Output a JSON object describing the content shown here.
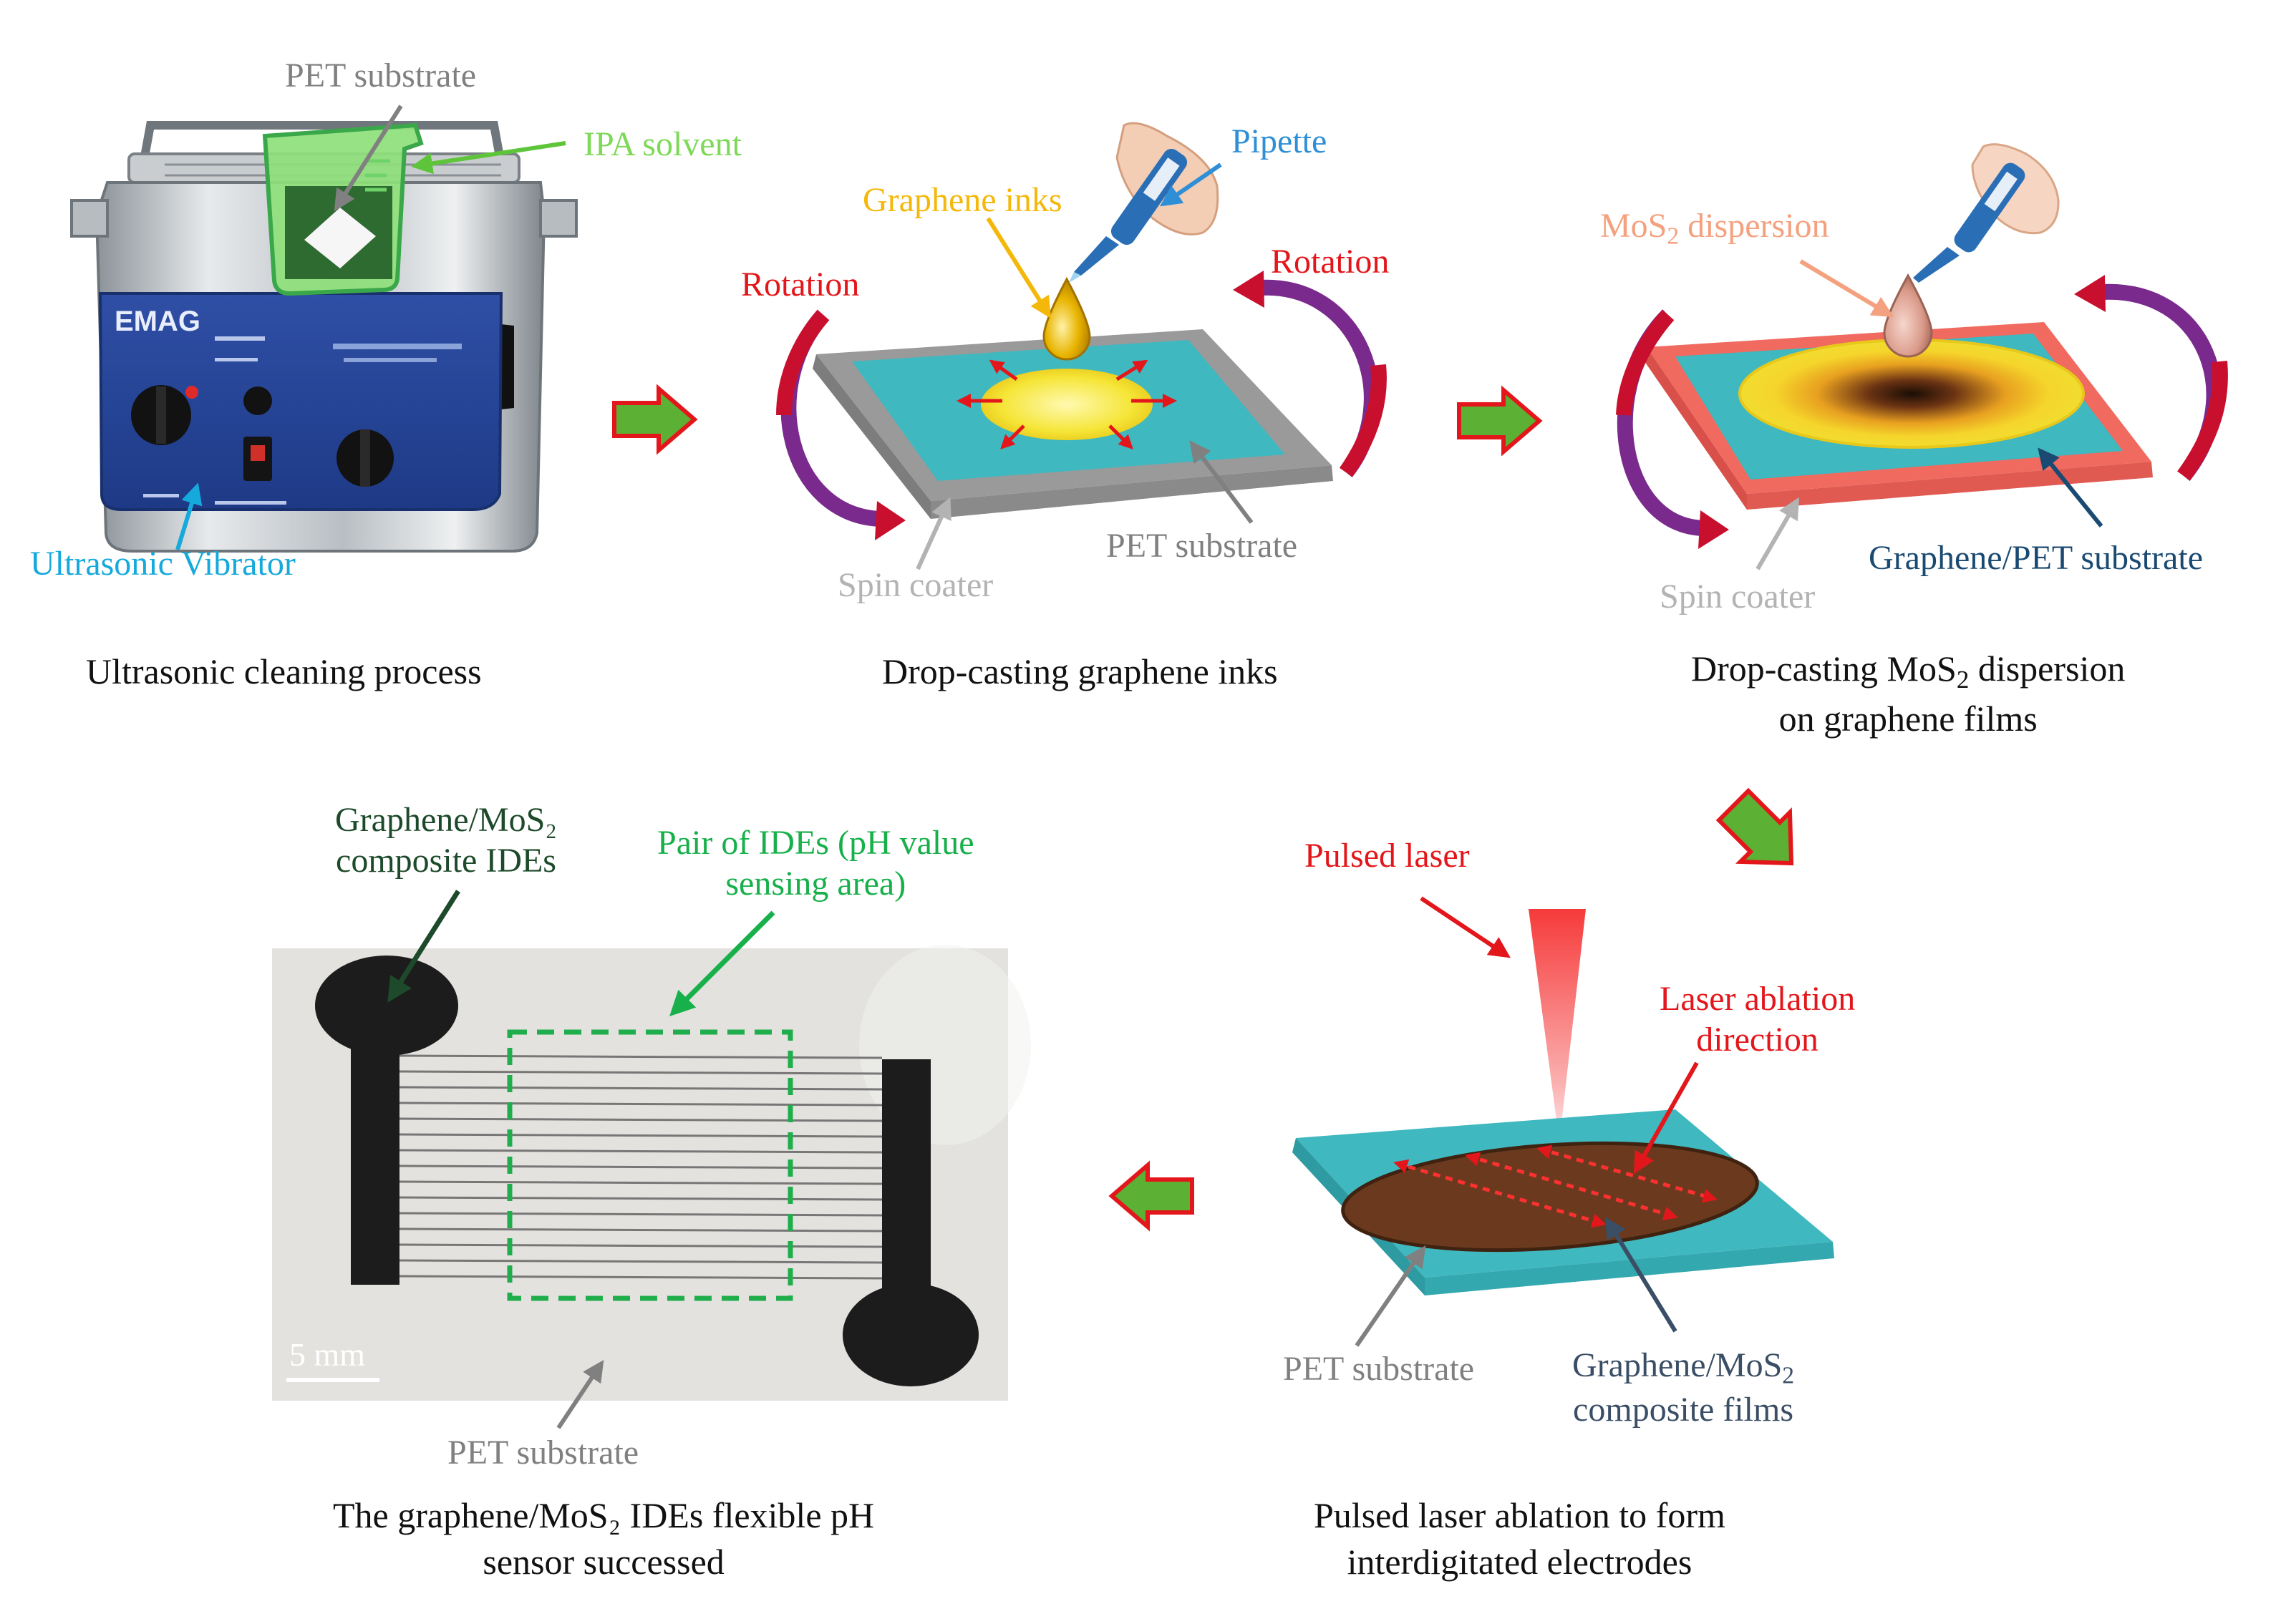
{
  "panel1": {
    "pet_substrate": "PET substrate",
    "ipa_solvent": "IPA solvent",
    "ultrasonic_vibrator": "Ultrasonic Vibrator",
    "brand": "EMAG",
    "caption": "Ultrasonic cleaning process"
  },
  "panel2": {
    "pipette": "Pipette",
    "graphene_inks": "Graphene inks",
    "rotation_left": "Rotation",
    "rotation_right": "Rotation",
    "pet_substrate": "PET substrate",
    "spin_coater": "Spin coater",
    "caption": "Drop-casting graphene inks"
  },
  "panel3": {
    "mos2_pre": "MoS",
    "mos2_sub": "2",
    "mos2_post": " dispersion",
    "graphene_pet": "Graphene/PET substrate",
    "spin_coater": "Spin coater",
    "caption_l1_pre": "Drop-casting MoS",
    "caption_l1_sub": "2",
    "caption_l1_post": " dispersion",
    "caption_l2": "on graphene films"
  },
  "panel4": {
    "pulsed_laser": "Pulsed laser",
    "ablation_l1": "Laser ablation",
    "ablation_l2": "direction",
    "pet_substrate": "PET substrate",
    "composite_l1_pre": "Graphene/MoS",
    "composite_l1_sub": "2",
    "composite_l2": "composite films",
    "caption_l1": "Pulsed laser ablation to form",
    "caption_l2": "interdigitated electrodes"
  },
  "panel5": {
    "ide_l1": "Graphene/MoS₂",
    "ide_l2": "composite IDEs",
    "pair_l1": "Pair of IDEs (pH value",
    "pair_l2": "sensing area)",
    "scale": "5 mm",
    "pet_substrate": "PET substrate",
    "caption_l1": "The graphene/MoS₂ IDEs flexible pH",
    "caption_l2": "sensor successed"
  },
  "colors": {
    "teal": "#3fb8bf",
    "flow_arrow_fill": "#5cb033",
    "flow_arrow_outline": "#e3171b",
    "rotation_purple": "#7a2a8c",
    "rotation_red": "#c8102e",
    "graphene_yellow": "#f2e53a",
    "spin_coater_gray": "#9a9a9a",
    "pink_coater": "#f06a5f",
    "composite_brown": "#6b3a1e",
    "ide_black": "#1c1c1c",
    "dashed_box_green": "#1fae4b"
  },
  "icons": [
    "ultrasonic-cleaner-icon",
    "beaker-icon",
    "pipette-hand-icon",
    "droplet-icon",
    "laser-beam-icon",
    "flow-arrow-icon",
    "rotation-arrow-icon"
  ]
}
